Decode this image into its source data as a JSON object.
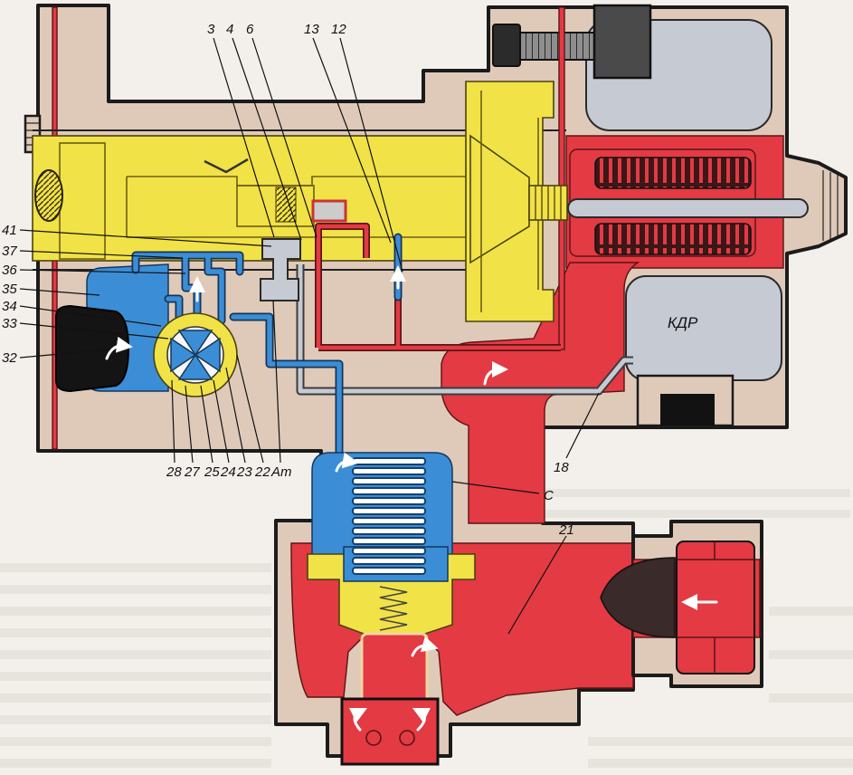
{
  "diagram": {
    "callouts_top": [
      "3",
      "4",
      "6",
      "13",
      "12"
    ],
    "callouts_left": [
      "41",
      "37",
      "36",
      "35",
      "34",
      "33",
      "32"
    ],
    "callouts_bottom": [
      "28",
      "27",
      "25",
      "24",
      "23",
      "22",
      "Ат"
    ],
    "callout_18": "18",
    "callout_c": "С",
    "callout_21": "21",
    "chamber_label": "КДР"
  },
  "colors": {
    "housing": "#dfcab9",
    "yellow_parts": "#f1e247",
    "fuel_red": "#e33a44",
    "control_blue": "#3b8ed6",
    "chamber_gray": "#c6cad3",
    "outline": "#1b1b1b"
  }
}
